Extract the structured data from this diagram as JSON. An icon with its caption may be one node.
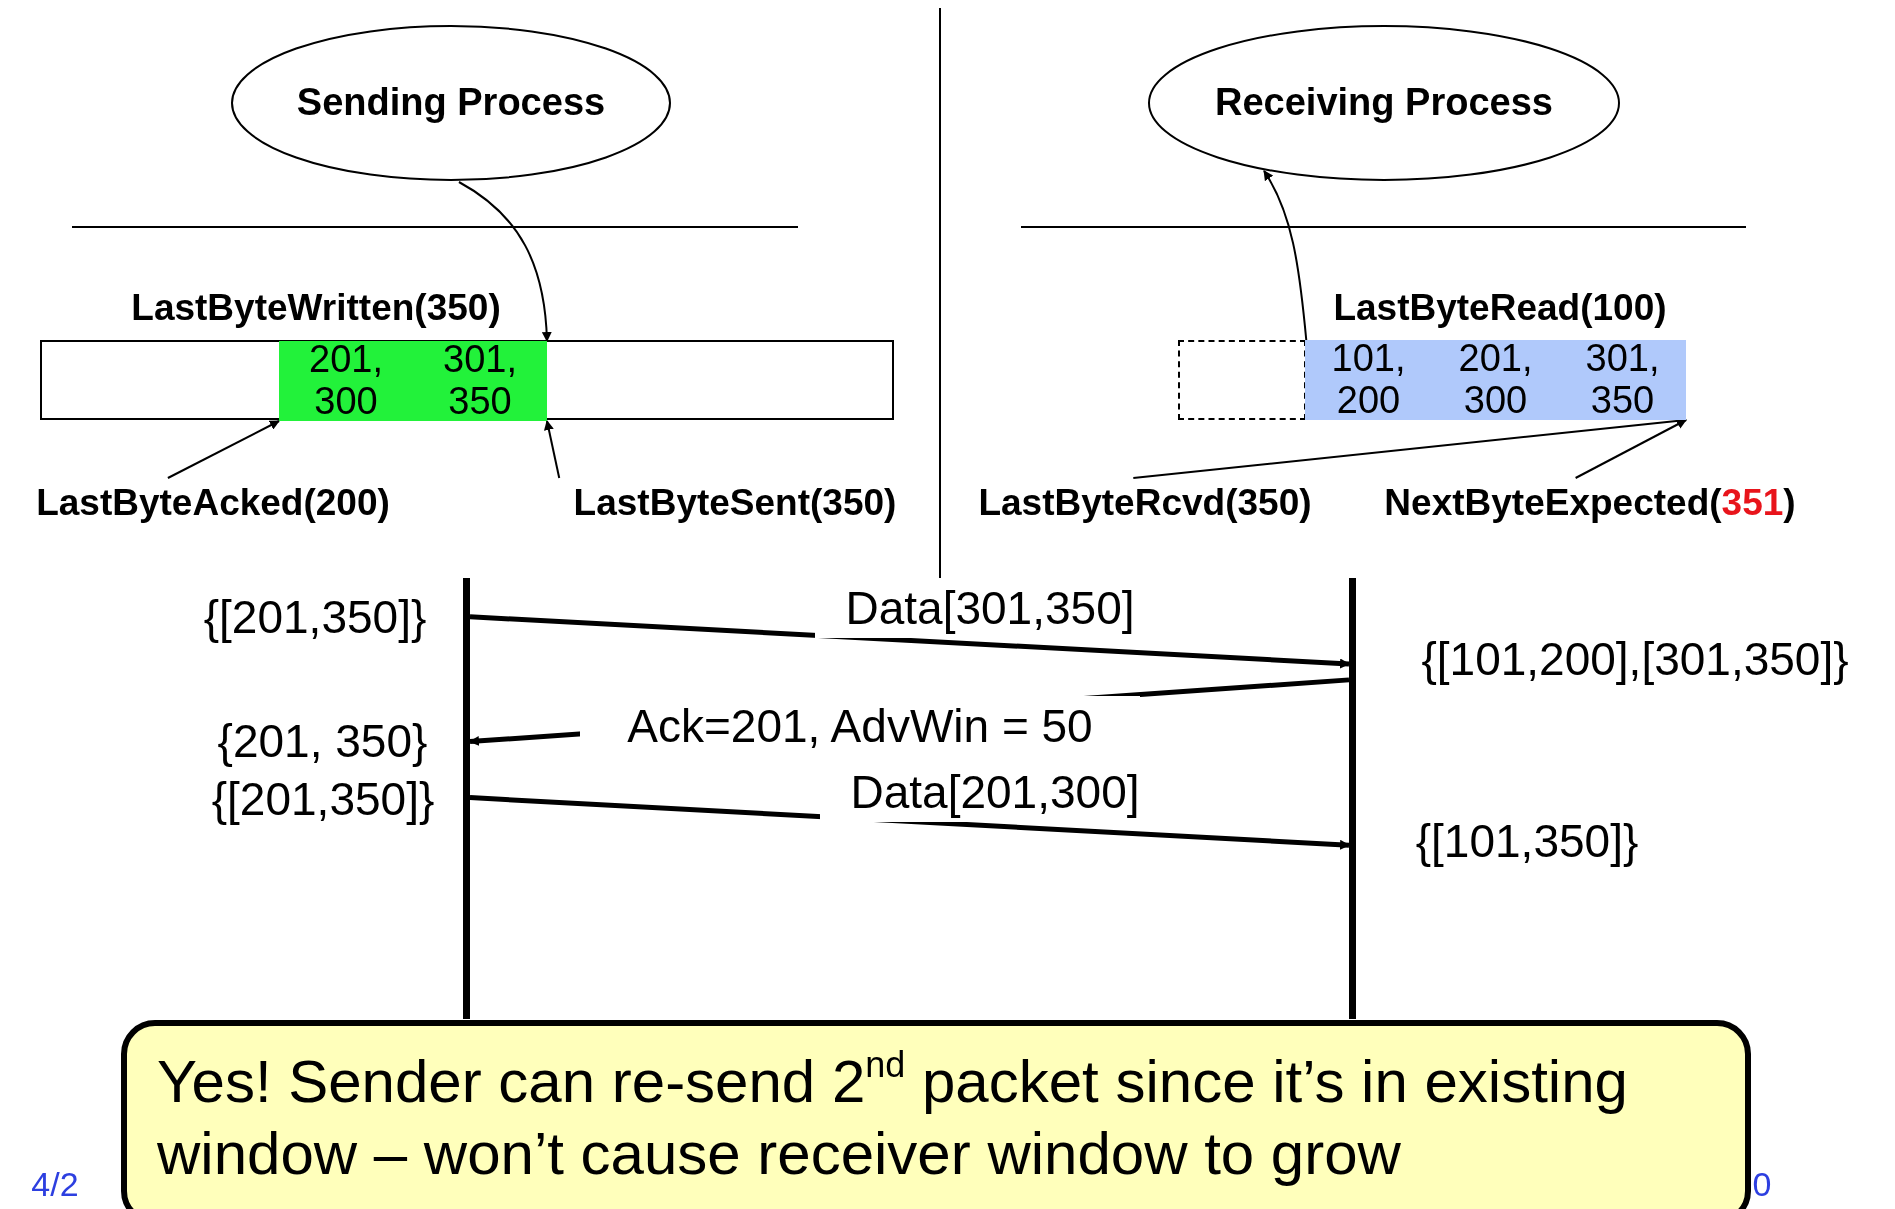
{
  "diagram": {
    "nodes": [
      {
        "text": [
          "Sending Process"
        ]
      },
      {
        "text": [
          "Receiving Process"
        ]
      },
      {
        "text": [
          "LastByteWritten(350)"
        ]
      },
      {
        "text": [
          "LastByteRead(100)"
        ]
      },
      {
        "text": [],
        "shape": "box"
      },
      {
        "text": [
          "201, 300"
        ],
        "in": 4
      },
      {
        "text": [
          "301, 350"
        ],
        "in": 4
      },
      {
        "text": [],
        "shape": "box"
      },
      {
        "text": [
          "101, 200"
        ]
      },
      {
        "text": [
          "201, 300"
        ]
      },
      {
        "text": [
          "301, 350"
        ]
      },
      {
        "text": [
          "LastByteAcked(200)"
        ]
      },
      {
        "text": [
          "LastByteSent(350)"
        ]
      },
      {
        "text": [
          "LastByteRcvd(350)"
        ]
      },
      {
        "text": [
          "NextByteExpected(351)"
        ]
      },
      {
        "text": [],
        "shape": "bar"
      },
      {
        "text": [],
        "shape": "bar"
      },
      {
        "text": [
          "Yes! Sender can re-send 2$^{nd}$ packet since it’s in existing window – won’t cause receiver window to grow"
        ]
      }
    ],
    "edges": [
      {
        "from": 0,
        "to": 6,
        "arrow": "to"
      },
      {
        "from": 11,
        "to": 5,
        "arrow": "to"
      },
      {
        "from": 12,
        "to": 6,
        "arrow": "to"
      },
      {
        "from": 8,
        "to": 1,
        "arrow": "to"
      },
      {
        "from": 13,
        "to": 10,
        "arrow": "to"
      },
      {
        "from": 14,
        "to": 10,
        "arrow": "to"
      },
      {
        "from": 15,
        "to": 16,
        "arrow": "to",
        "label": "Data[301,350]",
        "style": "thick"
      },
      {
        "from": 16,
        "to": 15,
        "arrow": "to",
        "label": "Ack=201, AdvWin = 50",
        "style": "thick"
      },
      {
        "from": 15,
        "to": 16,
        "arrow": "to",
        "label": "Data[201,300]",
        "style": "thick"
      }
    ],
    "labels": [
      "{[201,350]}",
      "{[101,200],[301,350]}",
      "{201, 350}",
      "{[201,350]}",
      "{[101,350]}",
      "4/2",
      "0"
    ]
  }
}
